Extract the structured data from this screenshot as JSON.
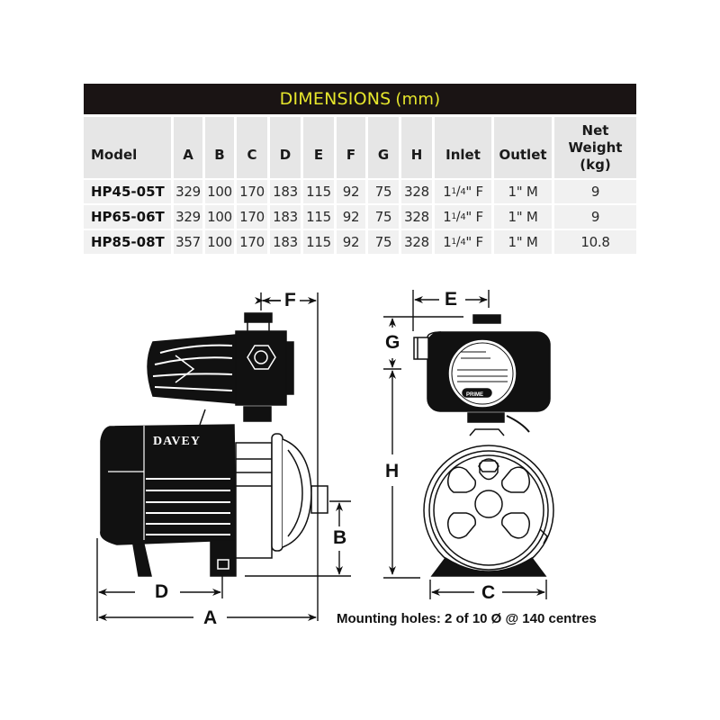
{
  "table": {
    "title": "DIMENSIONS",
    "unit": "(mm)",
    "colors": {
      "title_bg": "#1a1414",
      "title_text": "#e6e62c",
      "header_bg": "#e6e6e6",
      "row_bg": "#f1f1f1"
    },
    "headers": [
      "Model",
      "A",
      "B",
      "C",
      "D",
      "E",
      "F",
      "G",
      "H",
      "Inlet",
      "Outlet",
      "Net Weight (kg)"
    ],
    "header_weight_lines": [
      "Net",
      "Weight",
      "(kg)"
    ],
    "rows": [
      {
        "model": "HP45-05T",
        "A": "329",
        "B": "100",
        "C": "170",
        "D": "183",
        "E": "115",
        "F": "92",
        "G": "75",
        "H": "328",
        "inlet_whole": "1",
        "inlet_num": "1",
        "inlet_den": "4",
        "inlet_suffix": "\" F",
        "outlet": "1\" M",
        "weight": "9"
      },
      {
        "model": "HP65-06T",
        "A": "329",
        "B": "100",
        "C": "170",
        "D": "183",
        "E": "115",
        "F": "92",
        "G": "75",
        "H": "328",
        "inlet_whole": "1",
        "inlet_num": "1",
        "inlet_den": "4",
        "inlet_suffix": "\" F",
        "outlet": "1\" M",
        "weight": "9"
      },
      {
        "model": "HP85-08T",
        "A": "357",
        "B": "100",
        "C": "170",
        "D": "183",
        "E": "115",
        "F": "92",
        "G": "75",
        "H": "328",
        "inlet_whole": "1",
        "inlet_num": "1",
        "inlet_den": "4",
        "inlet_suffix": "\" F",
        "outlet": "1\" M",
        "weight": "10.8"
      }
    ]
  },
  "drawing": {
    "side_view": {
      "brand": "DAVEY",
      "labels": {
        "A": "A",
        "B": "B",
        "D": "D",
        "F": "F"
      }
    },
    "front_view": {
      "labels": {
        "C": "C",
        "E": "E",
        "G": "G",
        "H": "H"
      },
      "controller_button": "PRIME"
    },
    "note": "Mounting holes: 2 of 10 Ø @ 140 centres"
  }
}
